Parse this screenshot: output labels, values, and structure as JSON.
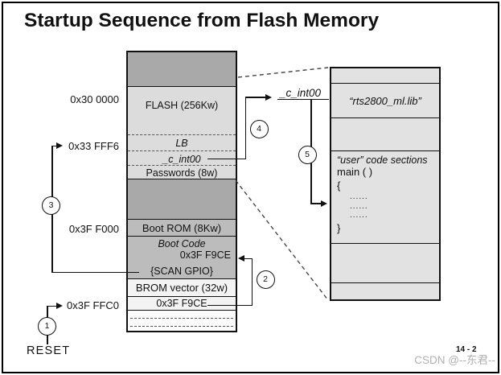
{
  "title": "Startup Sequence from Flash Memory",
  "memory_map": {
    "flash_section": "FLASH (256Kw)",
    "lb": "LB",
    "c_int00": "_c_int00",
    "passwords": "Passwords (8w)",
    "boot_rom": "Boot ROM (8Kw)",
    "boot_code": "Boot Code",
    "boot_code_entry_addr": "0x3F F9CE",
    "scan_gpio": "{SCAN GPIO}",
    "brom_vector": "BROM vector (32w)",
    "reset_vector_value": "0x3F F9CE"
  },
  "addresses": {
    "flash_start": "0x30 0000",
    "flash_entry_point": "0x33 FFF6",
    "boot_rom_start": "0x3F F000",
    "reset_vector": "0x3F FFC0"
  },
  "labels": {
    "reset": "RESET",
    "c_int00_target": "_c_int00"
  },
  "expanded_view": {
    "library": "“rts2800_ml.lib”",
    "user_code_heading": "“user” code sections",
    "main_line": "main ( )",
    "open_brace": "{",
    "dots": [
      "......",
      "......",
      "......"
    ],
    "close_brace": "}"
  },
  "step_circles": [
    "1",
    "2",
    "3",
    "4",
    "5"
  ],
  "footer": {
    "page_number": "14 - 2",
    "watermark": "CSDN @--东君--"
  },
  "colors": {
    "reserved_gray": "#a9a9a9",
    "flash_gray": "#dcdcdc",
    "rom_gray": "#bcbcbc",
    "vector_light": "#f3f3f3",
    "expanded_bg": "#e2e2e2",
    "watermark_gray": "#b0b0b0"
  }
}
